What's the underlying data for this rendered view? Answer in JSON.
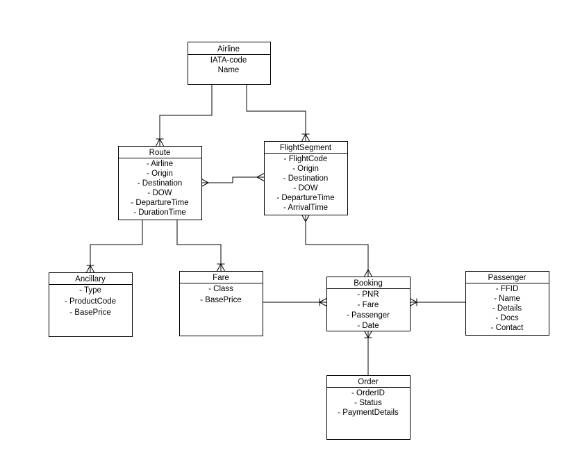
{
  "entities": {
    "airline": {
      "title": "Airline",
      "attrs": [
        "IATA-code",
        "Name"
      ]
    },
    "route": {
      "title": "Route",
      "attrs": [
        "- Airline",
        "- Origin",
        "- Destination",
        "- DOW",
        "- DepartureTime",
        "- DurationTime"
      ]
    },
    "flightsegment": {
      "title": "FlightSegment",
      "attrs": [
        "- FlightCode",
        "- Origin",
        "- Destination",
        "- DOW",
        "- DepartureTime",
        "- ArrivalTime"
      ]
    },
    "ancillary": {
      "title": "Ancillary",
      "attrs": [
        "- Type",
        "- ProductCode",
        "- BasePrice"
      ]
    },
    "fare": {
      "title": "Fare",
      "attrs": [
        "- Class",
        "- BasePrice"
      ]
    },
    "booking": {
      "title": "Booking",
      "attrs": [
        "- PNR",
        "- Fare",
        "- Passenger",
        "- Date"
      ]
    },
    "passenger": {
      "title": "Passenger",
      "attrs": [
        "- FFID",
        "- Name",
        "- Details",
        "- Docs",
        "- Contact"
      ]
    },
    "order": {
      "title": "Order",
      "attrs": [
        "- OrderID",
        "- Status",
        "- PaymentDetails"
      ]
    }
  },
  "relationships": [
    {
      "id": "airline-route",
      "from": "airline",
      "to": "route",
      "from_end": "plain",
      "to_end": "one-or-many"
    },
    {
      "id": "airline-flightsegment",
      "from": "airline",
      "to": "flightsegment",
      "from_end": "plain",
      "to_end": "one-or-many"
    },
    {
      "id": "route-flightsegment",
      "from": "route",
      "to": "flightsegment",
      "from_end": "many",
      "to_end": "many"
    },
    {
      "id": "route-ancillary",
      "from": "route",
      "to": "ancillary",
      "from_end": "plain",
      "to_end": "one-or-many"
    },
    {
      "id": "route-fare",
      "from": "route",
      "to": "fare",
      "from_end": "plain",
      "to_end": "one-or-many"
    },
    {
      "id": "flightsegment-booking",
      "from": "flightsegment",
      "to": "booking",
      "from_end": "many",
      "to_end": "many"
    },
    {
      "id": "fare-booking",
      "from": "fare",
      "to": "booking",
      "from_end": "plain",
      "to_end": "one-or-many"
    },
    {
      "id": "passenger-booking",
      "from": "passenger",
      "to": "booking",
      "from_end": "plain",
      "to_end": "one-or-many"
    },
    {
      "id": "order-booking",
      "from": "order",
      "to": "booking",
      "from_end": "plain",
      "to_end": "one-or-many"
    }
  ]
}
